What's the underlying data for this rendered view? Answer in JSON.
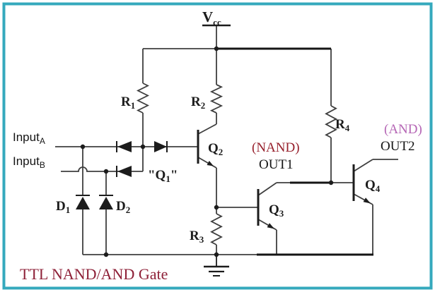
{
  "title": "TTL NAND/AND Gate",
  "colors": {
    "border": "#35a9bd",
    "wire": "#3f3f3f",
    "rail": "#151515",
    "component": "#1c1c1c",
    "text": "#151515",
    "maroon": "#8e2138",
    "crimson_dark": "#97202c",
    "purple": "#b566b5"
  },
  "labels": {
    "vcc": {
      "pre": "V",
      "sub": "cc"
    },
    "r1": {
      "pre": "R",
      "sub": "1"
    },
    "r2": {
      "pre": "R",
      "sub": "2"
    },
    "r3": {
      "pre": "R",
      "sub": "3"
    },
    "r4": {
      "pre": "R",
      "sub": "4"
    },
    "q1": {
      "pre": "\"Q",
      "sub": "1",
      "post": "\""
    },
    "q2": {
      "pre": "Q",
      "sub": "2"
    },
    "q3": {
      "pre": "Q",
      "sub": "3"
    },
    "q4": {
      "pre": "Q",
      "sub": "4"
    },
    "d1": {
      "pre": "D",
      "sub": "1"
    },
    "d2": {
      "pre": "D",
      "sub": "2"
    },
    "input_a": {
      "pre": "Input",
      "sub": "A"
    },
    "input_b": {
      "pre": "Input",
      "sub": "B"
    },
    "nand_tag": "(NAND)",
    "out1": "OUT1",
    "and_tag": "(AND)",
    "out2": "OUT2"
  }
}
